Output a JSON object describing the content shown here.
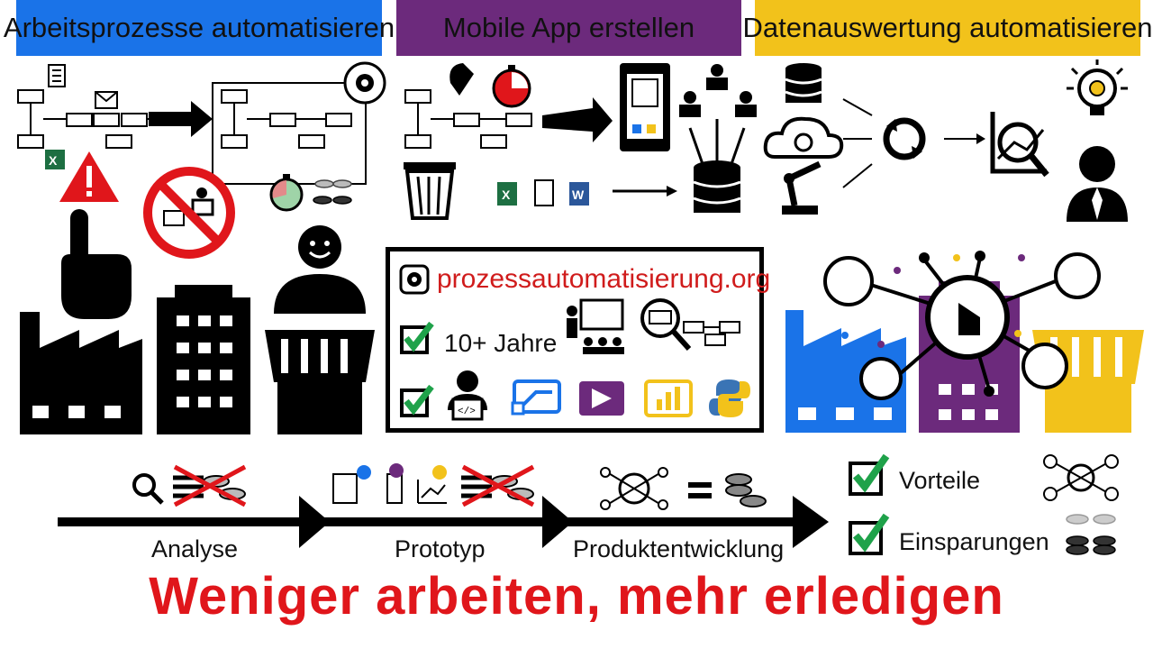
{
  "headers": {
    "left": "Arbeitsprozesse automatisieren",
    "middle": "Mobile App erstellen",
    "right": "Datenauswertung automatisieren"
  },
  "colors": {
    "blue": "#1a73e8",
    "purple": "#6c2a7c",
    "yellow": "#f2c21b",
    "red": "#e0161b",
    "green": "#1fa24a"
  },
  "center_box": {
    "url": "prozessautomatisierung.org",
    "experience": "10+ Jahre",
    "icons": [
      "gear-sync-icon",
      "teacher-icon",
      "magnifier-diagram-icon",
      "coder-icon",
      "power-automate-icon",
      "power-apps-icon",
      "power-bi-icon",
      "python-icon"
    ]
  },
  "timeline": {
    "steps": [
      "Analyse",
      "Prototyp",
      "Produktentwicklung"
    ]
  },
  "checklist": [
    "Vorteile",
    "Einsparungen"
  ],
  "slogan": "Weniger arbeiten, mehr erledigen"
}
